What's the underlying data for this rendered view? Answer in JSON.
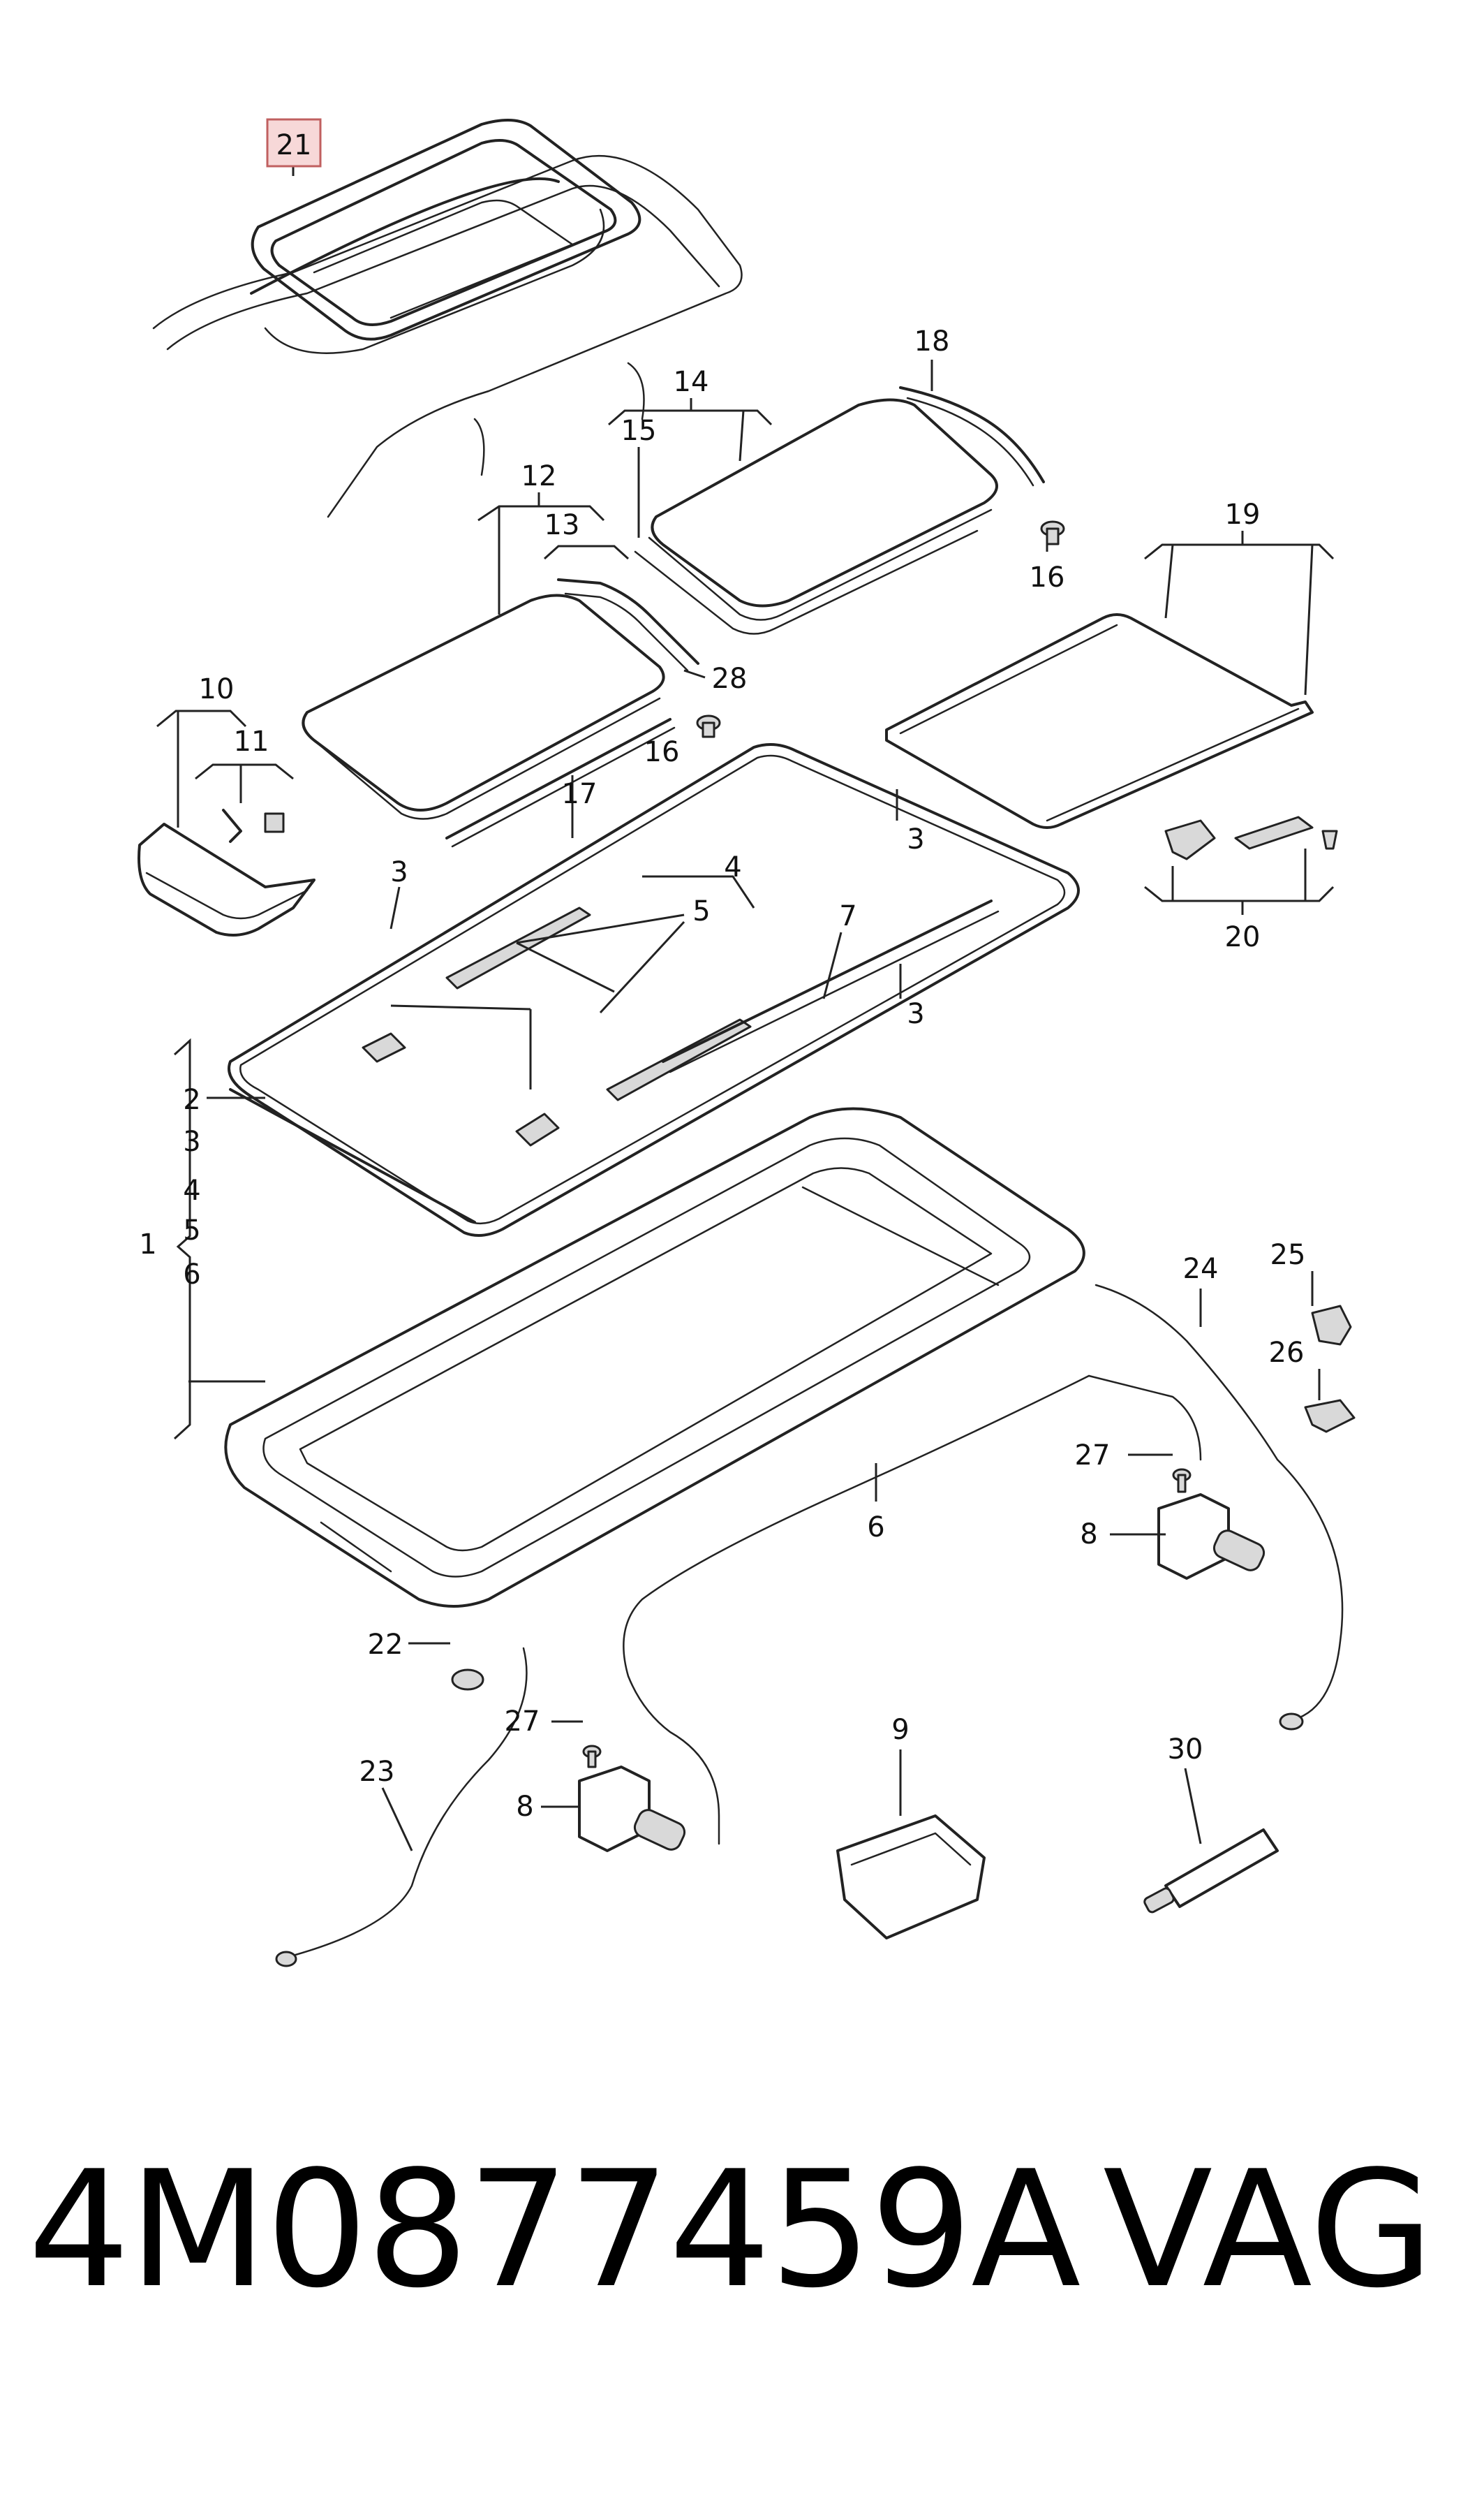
{
  "callouts": {
    "c1": "1",
    "c2": "2",
    "c3a": "3",
    "c3b": "3",
    "c3c": "3",
    "c3d": "3",
    "c4a": "4",
    "c4b": "4",
    "c5a": "5",
    "c5b": "5",
    "c6a": "6",
    "c6b": "6",
    "c7": "7",
    "c8a": "8",
    "c8b": "8",
    "c9": "9",
    "c10": "10",
    "c11": "11",
    "c12": "12",
    "c13": "13",
    "c14": "14",
    "c15": "15",
    "c16a": "16",
    "c16b": "16",
    "c17": "17",
    "c18": "18",
    "c19": "19",
    "c20": "20",
    "c21": "21",
    "c22": "22",
    "c23": "23",
    "c24": "24",
    "c25": "25",
    "c26": "26",
    "c27a": "27",
    "c27b": "27",
    "c28": "28",
    "c30": "30"
  },
  "highlighted_callout": "21",
  "caption": {
    "part_number": "4M0877459A",
    "brand": "VAG"
  },
  "colors": {
    "highlight_fill": "#f7d8d8",
    "highlight_border": "#c06060",
    "line": "#222222"
  }
}
